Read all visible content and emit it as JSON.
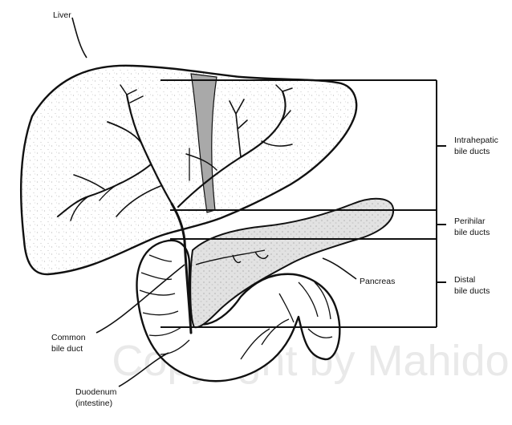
{
  "diagram": {
    "labels": {
      "liver": "Liver",
      "pancreas": "Pancreas",
      "common_bile_duct_1": "Common",
      "common_bile_duct_2": "bile duct",
      "duodenum_1": "Duodenum",
      "duodenum_2": "(intestine)",
      "intrahepatic_1": "Intrahepatic",
      "intrahepatic_2": "bile ducts",
      "perihilar_1": "Perihilar",
      "perihilar_2": "bile ducts",
      "distal_1": "Distal",
      "distal_2": "bile ducts"
    },
    "watermark": "Copyright by Mahidol U"
  },
  "colors": {
    "ink": "#111111",
    "stipple": "#b8b8b8",
    "ligament_fill": "#a9a9a9",
    "pancreas_fill": "#d9d9d9",
    "watermark": "#e9e9e9"
  }
}
